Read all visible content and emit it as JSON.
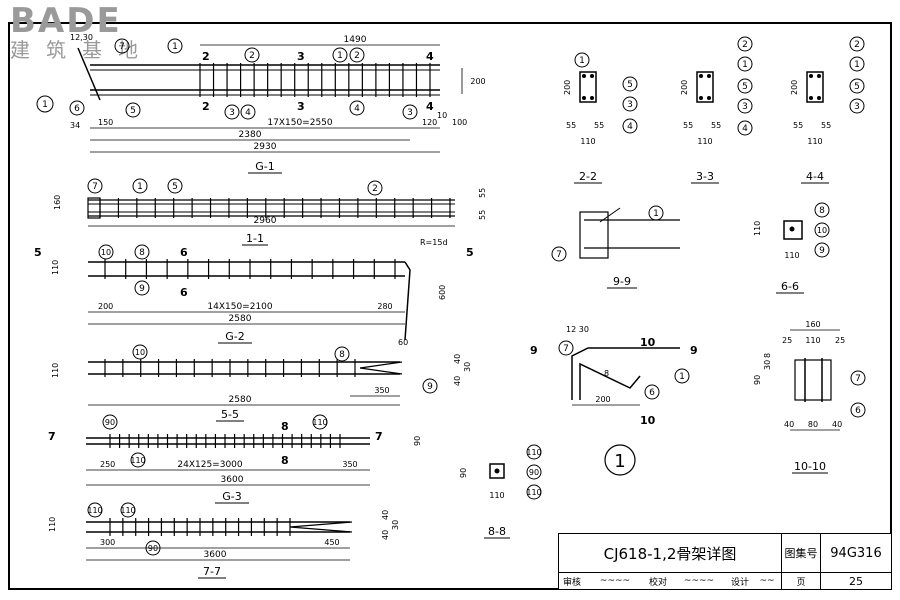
{
  "watermark": {
    "brand": "BADE",
    "subtitle": "建筑基地"
  },
  "views": {
    "g1": {
      "title": "G-1",
      "dims": {
        "top": "1490",
        "left_top": "12,30",
        "spacing": "17X150=2550",
        "d2380": "2380",
        "d2930": "2930",
        "d34": "34",
        "d150": "150",
        "d120": "120",
        "d10": "10",
        "d100": "100",
        "d200": "200"
      },
      "cuts": {
        "a": "2",
        "b": "3",
        "c": "4"
      },
      "markers": [
        "1",
        "2",
        "3",
        "4",
        "5",
        "6",
        "7"
      ]
    },
    "s11": {
      "title": "1-1",
      "dims": {
        "len": "2960",
        "h160": "160",
        "d55a": "55",
        "d55b": "55"
      }
    },
    "g2": {
      "title": "G-2",
      "dims": {
        "d200": "200",
        "spacing": "14X150=2100",
        "d280": "280",
        "len": "2580",
        "d600": "600",
        "d60": "60",
        "radius": "R=15d",
        "d110": "110"
      },
      "cuts": {
        "a": "5",
        "b": "6"
      }
    },
    "s55": {
      "title": "5-5",
      "dims": {
        "len": "2580",
        "d350": "350",
        "d40": "40",
        "d40b": "40",
        "d30": "30",
        "d110": "110"
      }
    },
    "g3": {
      "title": "G-3",
      "dims": {
        "d250": "250",
        "spacing": "24X125=3000",
        "d350": "350",
        "len": "3600",
        "d90": "90"
      },
      "cuts": {
        "a": "7",
        "b": "8"
      }
    },
    "s77": {
      "title": "7-7",
      "dims": {
        "d300": "300",
        "len": "3600",
        "d450": "450",
        "d40a": "40",
        "d40b": "40",
        "d30": "30",
        "d110": "110"
      }
    },
    "s22": {
      "title": "2-2",
      "dims": {
        "h": "200",
        "a": "55",
        "b": "55",
        "w": "110"
      }
    },
    "s33": {
      "title": "3-3",
      "dims": {
        "h": "200",
        "a": "55",
        "b": "55",
        "w": "110"
      }
    },
    "s44": {
      "title": "4-4",
      "dims": {
        "h": "200",
        "a": "55",
        "b": "55",
        "w": "110"
      }
    },
    "s99": {
      "title": "9-9"
    },
    "s66": {
      "title": "6-6",
      "dims": {
        "h": "110",
        "w": "110"
      }
    },
    "s1010": {
      "title": "10-10",
      "dims": {
        "top": "160",
        "d25a": "25",
        "d110": "110",
        "d25b": "25",
        "d90": "90",
        "d30": "30",
        "d8": "8",
        "d40a": "40",
        "d80": "80",
        "d40b": "40"
      }
    },
    "s88": {
      "title": "8-8",
      "dims": {
        "h": "90",
        "w": "110"
      }
    },
    "detail1": {
      "label": "1",
      "dims": {
        "d1230": "12 30",
        "d8": "8",
        "d200": "200"
      },
      "cuts": {
        "a": "9",
        "b": "10"
      }
    }
  },
  "title_block": {
    "title": "CJ618-1,2骨架详图",
    "atlas_label": "图集号",
    "atlas_no": "94G316",
    "review": "审核",
    "check": "校对",
    "design": "设计",
    "page_label": "页",
    "page_no": "25"
  }
}
